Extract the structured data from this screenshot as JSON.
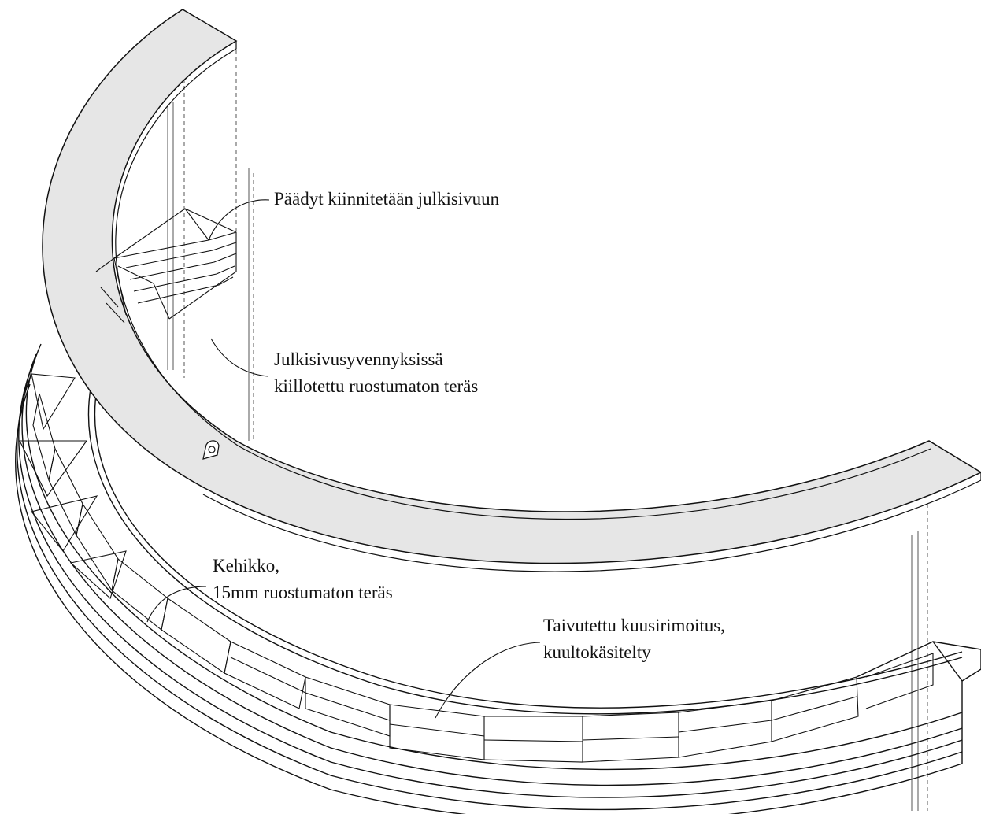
{
  "annotations": {
    "ends": {
      "line1": "Päädyt kiinnitetään julkisivuun"
    },
    "facade": {
      "line1": "Julkisivusyvennyksissä",
      "line2": "kiillotettu ruostumaton teräs"
    },
    "frame": {
      "line1": "Kehikko,",
      "line2": "15mm ruostumaton teräs"
    },
    "cladding": {
      "line1": "Taivutettu kuusirimoitus,",
      "line2": "kuultokäsitelty"
    }
  },
  "colors": {
    "ink": "#111111",
    "band_fill": "#e6e6e6",
    "background": "#ffffff"
  }
}
